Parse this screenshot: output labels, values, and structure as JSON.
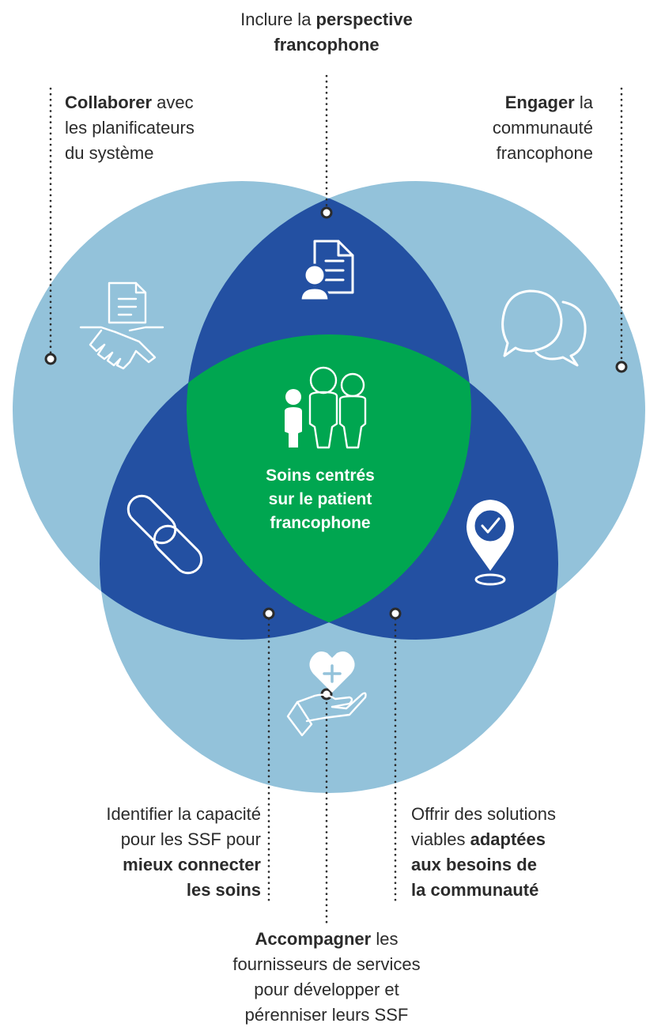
{
  "colors": {
    "light_circle": "#93c2da",
    "dark_overlap": "#2350a2",
    "center": "#00a650",
    "connector": "#2b2b2b",
    "icon_white": "#ffffff"
  },
  "center": {
    "line1": "Soins centrés",
    "line2": "sur le patient",
    "line3": "francophone"
  },
  "labels": {
    "perspective": {
      "pre": "Inclure la ",
      "bold": "perspective",
      "line2_bold": "francophone"
    },
    "collaborer": {
      "bold": "Collaborer",
      "post": " avec",
      "line2": "les planificateurs",
      "line3": "du système"
    },
    "engager": {
      "bold": "Engager",
      "post": " la",
      "line2": "communauté",
      "line3": "francophone"
    },
    "identifier": {
      "line1": "Identifier la capacité",
      "line2": "pour les SSF pour",
      "line3_bold": "mieux connecter",
      "line4_bold": "les soins"
    },
    "offrir": {
      "line1": "Offrir des solutions",
      "line2_pre": "viables ",
      "line2_bold": "adaptées",
      "line3_bold": "aux besoins de",
      "line4_bold": "la communauté"
    },
    "accompagner": {
      "bold": "Accompagner",
      "post": " les",
      "line2": "fournisseurs de services",
      "line3": "pour développer et",
      "line4": "pérenniser leurs SSF"
    }
  },
  "icons": [
    "document-person-icon",
    "handshake-document-icon",
    "speech-bubbles-icon",
    "family-icon",
    "chain-link-icon",
    "location-check-icon",
    "heart-hand-icon"
  ]
}
